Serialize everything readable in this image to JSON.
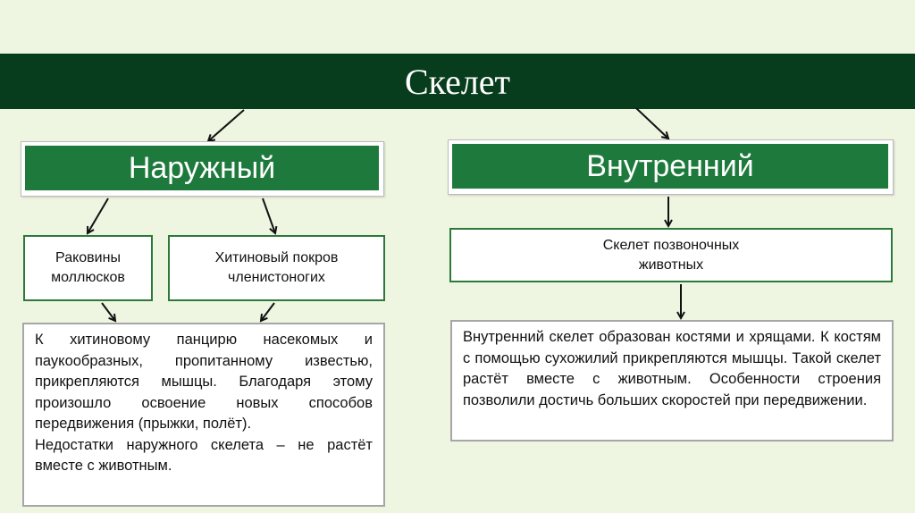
{
  "title": "Скелет",
  "colors": {
    "title_bar": "#073d1c",
    "category_fill": "#1e7a3c",
    "box_border": "#2c7a3a",
    "background": "#eef5e1"
  },
  "external": {
    "label": "Наружный",
    "items": [
      "Раковины\nмоллюсков",
      "Хитиновый покров\nчленистоногих"
    ],
    "description": [
      "К хитиновому панцирю насекомых и паукообразных, пропитанному известью, прикрепляются мышцы. Благодаря этому произошло освоение новых способов передвижения (прыжки, полёт).",
      "Недостатки наружного скелета – не растёт вместе с животным."
    ]
  },
  "internal": {
    "label": "Внутренний",
    "items": [
      "Скелет позвоночных\nживотных"
    ],
    "description": [
      "Внутренний скелет образован костями и хрящами. К костям с помощью сухожилий прикрепляются мышцы. Такой скелет растёт вместе с животным. Особенности строения позволили достичь больших скоростей при передвижении."
    ]
  }
}
